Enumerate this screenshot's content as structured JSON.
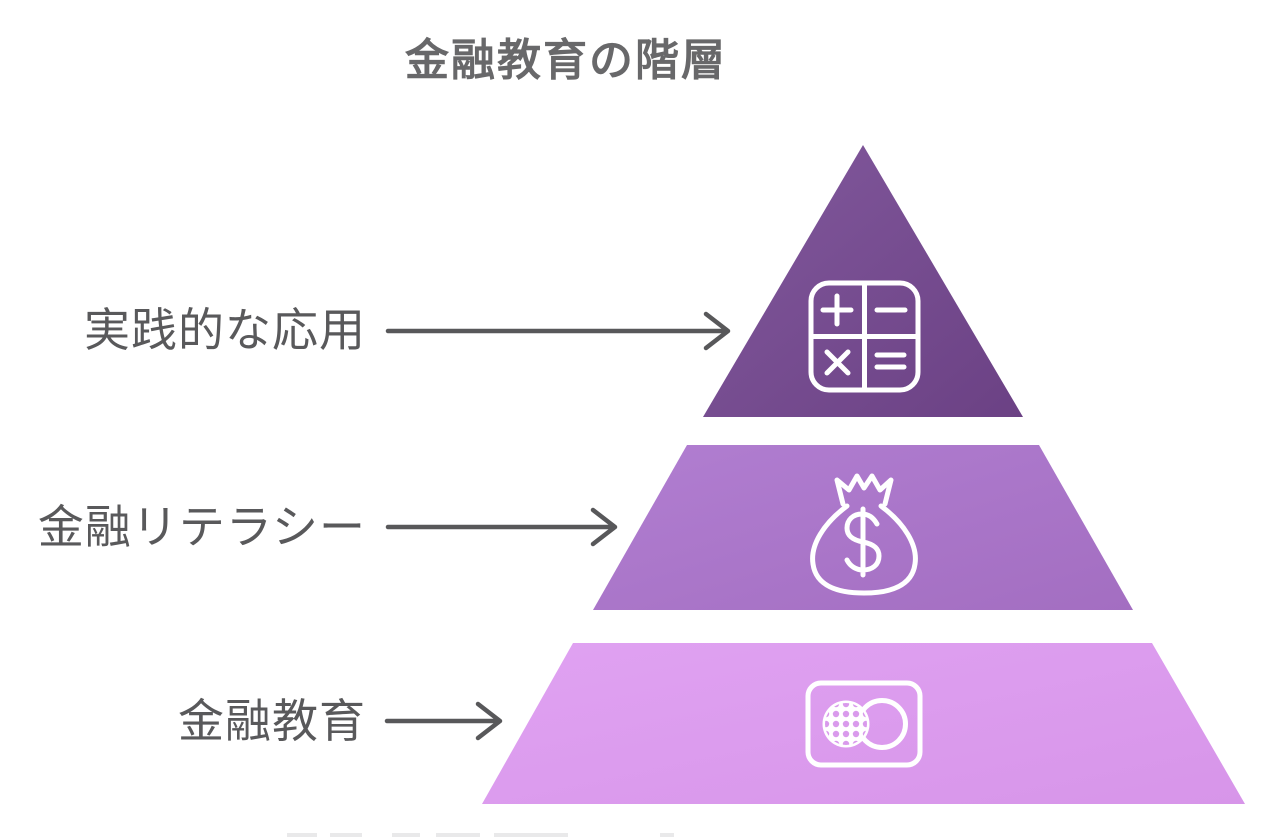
{
  "title": "金融教育の階層",
  "diagram_type": "pyramid",
  "levels": [
    {
      "rank": 1,
      "label": "実践的な応用",
      "icon": "calculator-icon",
      "color": "#7b5295"
    },
    {
      "rank": 2,
      "label": "金融リテラシー",
      "icon": "money-bag-icon",
      "color": "#aa76c8"
    },
    {
      "rank": 3,
      "label": "金融教育",
      "icon": "coin-card-icon",
      "color": "#da9aed"
    }
  ],
  "colors": {
    "background": "#ffffff",
    "title-text": "#68686a",
    "label-text": "#59595b",
    "arrow": "#58585a",
    "icon-stroke": "#ffffff",
    "l1-start": "#82599d",
    "l1-end": "#6b4184",
    "l2-start": "#b17ed1",
    "l2-end": "#a36ec1",
    "l3-start": "#e0a2f2",
    "l3-end": "#d795e9",
    "dot": "#d99aec"
  }
}
